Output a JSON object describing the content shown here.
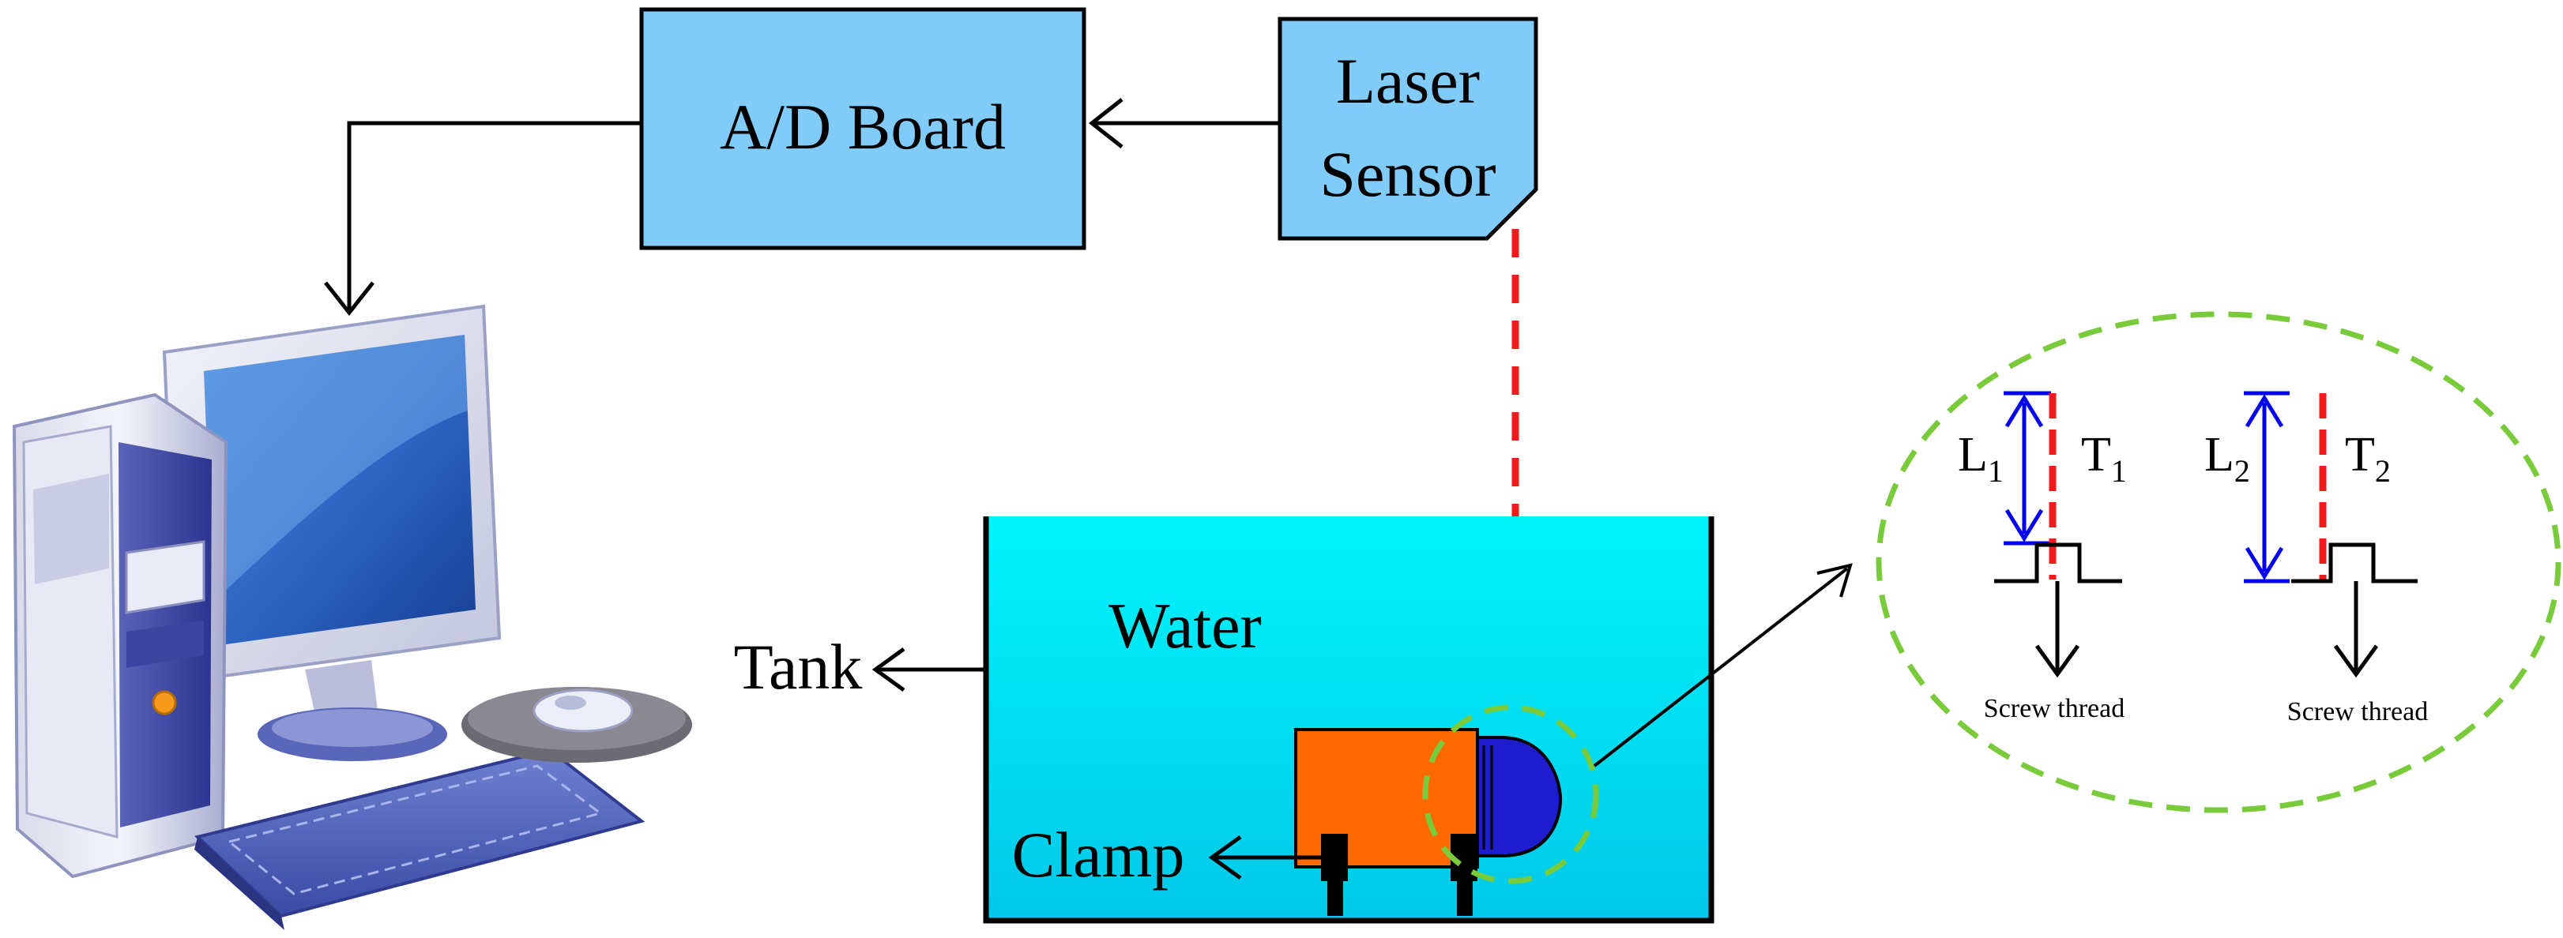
{
  "blocks": {
    "ad_board": "A/D Board",
    "laser_line1": "Laser",
    "laser_line2": "Sensor"
  },
  "tank": {
    "water": "Water",
    "tank": "Tank",
    "clamp": "Clamp"
  },
  "detail": {
    "left": {
      "var": "L",
      "sub": "1",
      "tvar": "T",
      "tsub": "1",
      "caption": "Screw thread"
    },
    "right": {
      "var": "L",
      "sub": "2",
      "tvar": "T",
      "tsub": "2",
      "caption": "Screw thread"
    }
  },
  "colors": {
    "block_fill": "#80cbf8",
    "water_top": "#00f5fb",
    "water_bottom": "#01c8e8",
    "specimen": "#ff6a00",
    "cap": "#1d1dcf",
    "laser": "#ee1c1c",
    "dashed_circle": "#7acb3c",
    "dim_arrow": "#0000ee"
  }
}
